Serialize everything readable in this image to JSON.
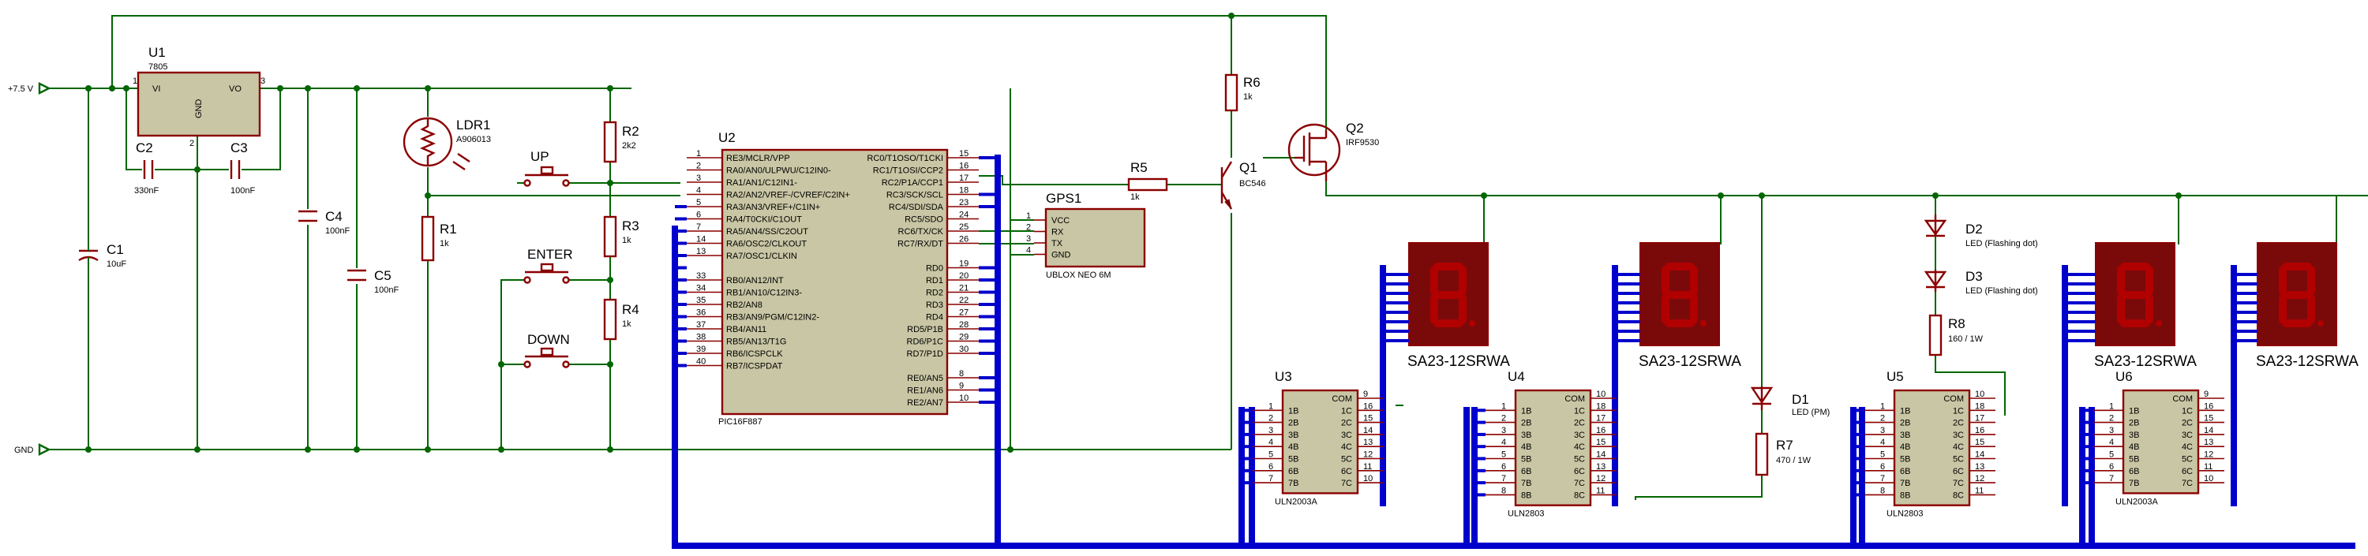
{
  "nets": {
    "vin": "+7.5 V",
    "gnd": "GND"
  },
  "parts": {
    "U1": {
      "ref": "U1",
      "value": "7805",
      "pins": {
        "vi": "VI",
        "vo": "VO",
        "gnd": "GND",
        "p1": "1",
        "p2": "2",
        "p3": "3"
      }
    },
    "C1": {
      "ref": "C1",
      "value": "10uF"
    },
    "C2": {
      "ref": "C2",
      "value": "330nF"
    },
    "C3": {
      "ref": "C3",
      "value": "100nF"
    },
    "C4": {
      "ref": "C4",
      "value": "100nF"
    },
    "C5": {
      "ref": "C5",
      "value": "100nF"
    },
    "LDR1": {
      "ref": "LDR1",
      "value": "A906013"
    },
    "R1": {
      "ref": "R1",
      "value": "1k"
    },
    "R2": {
      "ref": "R2",
      "value": "2k2"
    },
    "R3": {
      "ref": "R3",
      "value": "1k"
    },
    "R4": {
      "ref": "R4",
      "value": "1k"
    },
    "R5": {
      "ref": "R5",
      "value": "1k"
    },
    "R6": {
      "ref": "R6",
      "value": "1k"
    },
    "R7": {
      "ref": "R7",
      "value": "470 / 1W"
    },
    "R8": {
      "ref": "R8",
      "value": "160 / 1W"
    },
    "UP": {
      "ref": "UP"
    },
    "ENTER": {
      "ref": "ENTER"
    },
    "DOWN": {
      "ref": "DOWN"
    },
    "Q1": {
      "ref": "Q1",
      "value": "BC546"
    },
    "Q2": {
      "ref": "Q2",
      "value": "IRF9530"
    },
    "GPS1": {
      "ref": "GPS1",
      "value": "UBLOX NEO 6M",
      "pins": [
        "VCC",
        "RX",
        "TX",
        "GND"
      ],
      "nums": [
        "1",
        "2",
        "3",
        "4"
      ]
    },
    "D1": {
      "ref": "D1",
      "value": "LED (PM)"
    },
    "D2": {
      "ref": "D2",
      "value": "LED (Flashing dot)"
    },
    "D3": {
      "ref": "D3",
      "value": "LED (Flashing dot)"
    },
    "U2": {
      "ref": "U2",
      "value": "PIC16F887",
      "left": [
        {
          "n": "1",
          "l": "RE3/MCLR/VPP"
        },
        {
          "n": "2",
          "l": "RA0/AN0/ULPWU/C12IN0-"
        },
        {
          "n": "3",
          "l": "RA1/AN1/C12IN1-"
        },
        {
          "n": "4",
          "l": "RA2/AN2/VREF-/CVREF/C2IN+"
        },
        {
          "n": "5",
          "l": "RA3/AN3/VREF+/C1IN+"
        },
        {
          "n": "6",
          "l": "RA4/T0CKI/C1OUT"
        },
        {
          "n": "7",
          "l": "RA5/AN4/SS/C2OUT"
        },
        {
          "n": "14",
          "l": "RA6/OSC2/CLKOUT"
        },
        {
          "n": "13",
          "l": "RA7/OSC1/CLKIN"
        },
        {
          "n": "33",
          "l": "RB0/AN12/INT"
        },
        {
          "n": "34",
          "l": "RB1/AN10/C12IN3-"
        },
        {
          "n": "35",
          "l": "RB2/AN8"
        },
        {
          "n": "36",
          "l": "RB3/AN9/PGM/C12IN2-"
        },
        {
          "n": "37",
          "l": "RB4/AN11"
        },
        {
          "n": "38",
          "l": "RB5/AN13/T1G"
        },
        {
          "n": "39",
          "l": "RB6/ICSPCLK"
        },
        {
          "n": "40",
          "l": "RB7/ICSPDAT"
        }
      ],
      "right": [
        {
          "n": "15",
          "l": "RC0/T1OSO/T1CKI"
        },
        {
          "n": "16",
          "l": "RC1/T1OSI/CCP2"
        },
        {
          "n": "17",
          "l": "RC2/P1A/CCP1"
        },
        {
          "n": "18",
          "l": "RC3/SCK/SCL"
        },
        {
          "n": "23",
          "l": "RC4/SDI/SDA"
        },
        {
          "n": "24",
          "l": "RC5/SDO"
        },
        {
          "n": "25",
          "l": "RC6/TX/CK"
        },
        {
          "n": "26",
          "l": "RC7/RX/DT"
        },
        {
          "n": "19",
          "l": "RD0"
        },
        {
          "n": "20",
          "l": "RD1"
        },
        {
          "n": "21",
          "l": "RD2"
        },
        {
          "n": "22",
          "l": "RD3"
        },
        {
          "n": "27",
          "l": "RD4"
        },
        {
          "n": "28",
          "l": "RD5/P1B"
        },
        {
          "n": "29",
          "l": "RD6/P1C"
        },
        {
          "n": "30",
          "l": "RD7/P1D"
        },
        {
          "n": "8",
          "l": "RE0/AN5"
        },
        {
          "n": "9",
          "l": "RE1/AN6"
        },
        {
          "n": "10",
          "l": "RE2/AN7"
        }
      ]
    },
    "drivers": [
      {
        "ref": "U3",
        "value": "ULN2003A",
        "in": [
          "1B",
          "2B",
          "3B",
          "4B",
          "5B",
          "6B",
          "7B"
        ],
        "out": [
          "COM",
          "1C",
          "2C",
          "3C",
          "4C",
          "5C",
          "6C",
          "7C"
        ],
        "inN": [
          "1",
          "2",
          "3",
          "4",
          "5",
          "6",
          "7"
        ],
        "outN": [
          "9",
          "16",
          "15",
          "14",
          "13",
          "12",
          "11",
          "10"
        ]
      },
      {
        "ref": "U4",
        "value": "ULN2803",
        "in": [
          "1B",
          "2B",
          "3B",
          "4B",
          "5B",
          "6B",
          "7B",
          "8B"
        ],
        "out": [
          "COM",
          "1C",
          "2C",
          "3C",
          "4C",
          "5C",
          "6C",
          "7C",
          "8C"
        ],
        "inN": [
          "1",
          "2",
          "3",
          "4",
          "5",
          "6",
          "7",
          "8"
        ],
        "outN": [
          "10",
          "18",
          "17",
          "16",
          "15",
          "14",
          "13",
          "12",
          "11"
        ]
      },
      {
        "ref": "U5",
        "value": "ULN2803",
        "in": [
          "1B",
          "2B",
          "3B",
          "4B",
          "5B",
          "6B",
          "7B",
          "8B"
        ],
        "out": [
          "COM",
          "1C",
          "2C",
          "3C",
          "4C",
          "5C",
          "6C",
          "7C",
          "8C"
        ],
        "inN": [
          "1",
          "2",
          "3",
          "4",
          "5",
          "6",
          "7",
          "8"
        ],
        "outN": [
          "10",
          "18",
          "17",
          "16",
          "15",
          "14",
          "13",
          "12",
          "11"
        ]
      },
      {
        "ref": "U6",
        "value": "ULN2003A",
        "in": [
          "1B",
          "2B",
          "3B",
          "4B",
          "5B",
          "6B",
          "7B"
        ],
        "out": [
          "COM",
          "1C",
          "2C",
          "3C",
          "4C",
          "5C",
          "6C",
          "7C"
        ],
        "inN": [
          "1",
          "2",
          "3",
          "4",
          "5",
          "6",
          "7"
        ],
        "outN": [
          "9",
          "16",
          "15",
          "14",
          "13",
          "12",
          "11",
          "10"
        ]
      }
    ],
    "displays": [
      {
        "value": "SA23-12SRWA"
      },
      {
        "value": "SA23-12SRWA"
      },
      {
        "value": "SA23-12SRWA"
      },
      {
        "value": "SA23-12SRWA"
      }
    ]
  }
}
